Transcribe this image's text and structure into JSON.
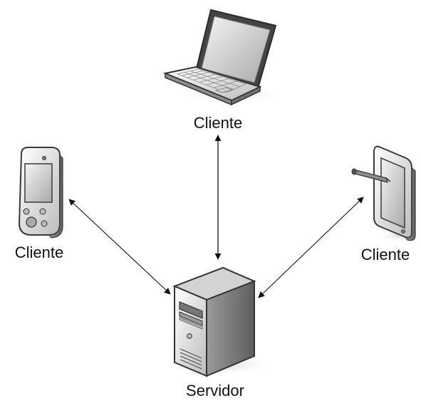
{
  "nodes": {
    "laptop": {
      "label": "Cliente",
      "icon": "laptop-icon"
    },
    "pda": {
      "label": "Cliente",
      "icon": "pda-icon"
    },
    "tablet": {
      "label": "Cliente",
      "icon": "tablet-pen-icon"
    },
    "server": {
      "label": "Servidor",
      "icon": "server-tower-icon"
    }
  },
  "edges": [
    {
      "from": "laptop",
      "to": "server",
      "direction": "bidirectional"
    },
    {
      "from": "pda",
      "to": "server",
      "direction": "bidirectional"
    },
    {
      "from": "tablet",
      "to": "server",
      "direction": "bidirectional"
    }
  ],
  "colors": {
    "line": "#111111",
    "device_light": "#f2f2f2",
    "device_mid": "#c9c9c9",
    "device_dark": "#8a8a8a",
    "outline": "#3a3a3a",
    "screen": "#d6d6d6",
    "shadow": "#e2e2e2"
  }
}
